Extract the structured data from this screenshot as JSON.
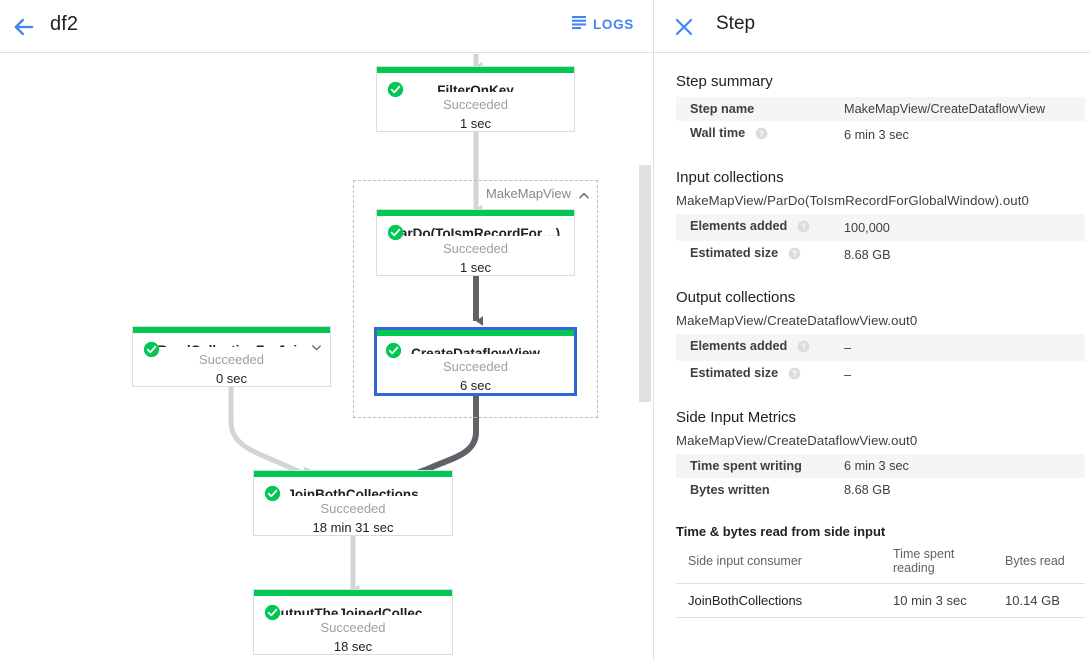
{
  "header": {
    "back_icon": "arrow-left-icon",
    "title": "df2",
    "logs_icon": "logs-list-icon",
    "logs_label": "LOGS"
  },
  "graph": {
    "status_succeeded": "Succeeded",
    "check_icon": "check-circle-icon",
    "group": {
      "label": "MakeMapView",
      "chevron_icon": "chevron-up-icon"
    },
    "nodes": [
      {
        "id": "filter-on-key",
        "title": "FilterOnKey",
        "status": "Succeeded",
        "time": "1 sec",
        "selected": false,
        "chevron": null
      },
      {
        "id": "pardo-toismrecord",
        "title": "ParDo(ToIsmRecordFor…)",
        "status": "Succeeded",
        "time": "1 sec",
        "selected": false,
        "chevron": null
      },
      {
        "id": "create-dataflow-view",
        "title": "CreateDataflowView",
        "status": "Succeeded",
        "time": "6 sec",
        "selected": true,
        "chevron": null
      },
      {
        "id": "read-collection-for-join",
        "title": "ReadCollectionForJoin",
        "status": "Succeeded",
        "time": "0 sec",
        "selected": false,
        "chevron": "chevron-down-icon"
      },
      {
        "id": "join-both-collections",
        "title": "JoinBothCollections",
        "status": "Succeeded",
        "time": "18 min 31 sec",
        "selected": false,
        "chevron": null
      },
      {
        "id": "output-the-joined-collection",
        "title": "OutputTheJoinedCollec…",
        "status": "Succeeded",
        "time": "18 sec",
        "selected": false,
        "chevron": null
      }
    ]
  },
  "panel": {
    "close_icon": "close-icon",
    "title": "Step",
    "help_icon": "help-circle-icon",
    "step_summary": {
      "heading": "Step summary",
      "rows": [
        {
          "label": "Step name",
          "value": "MakeMapView/CreateDataflowView",
          "help": false
        },
        {
          "label": "Wall time",
          "value": "6 min 3 sec",
          "help": true
        }
      ]
    },
    "input_collections": {
      "heading": "Input collections",
      "collection_name": "MakeMapView/ParDo(ToIsmRecordForGlobalWindow).out0",
      "rows": [
        {
          "label": "Elements added",
          "value": "100,000",
          "help": true
        },
        {
          "label": "Estimated size",
          "value": "8.68 GB",
          "help": true
        }
      ]
    },
    "output_collections": {
      "heading": "Output collections",
      "collection_name": "MakeMapView/CreateDataflowView.out0",
      "rows": [
        {
          "label": "Elements added",
          "value": "–",
          "help": true
        },
        {
          "label": "Estimated size",
          "value": "–",
          "help": true
        }
      ]
    },
    "side_input_metrics": {
      "heading": "Side Input Metrics",
      "collection_name": "MakeMapView/CreateDataflowView.out0",
      "rows": [
        {
          "label": "Time spent writing",
          "value": "6 min 3 sec",
          "help": false
        },
        {
          "label": "Bytes written",
          "value": "8.68 GB",
          "help": false
        }
      ],
      "table_title": "Time & bytes read from side input",
      "columns": [
        "Side input consumer",
        "Time spent reading",
        "Bytes read"
      ],
      "rows_data": [
        [
          "JoinBothCollections",
          "10 min 3 sec",
          "10.14 GB"
        ]
      ]
    }
  },
  "colors": {
    "accent_blue": "#4285f4",
    "selected_border": "#3367d6",
    "success_green": "#00c853",
    "edge_light": "#d4d4d4",
    "edge_dark": "#5f6368"
  }
}
